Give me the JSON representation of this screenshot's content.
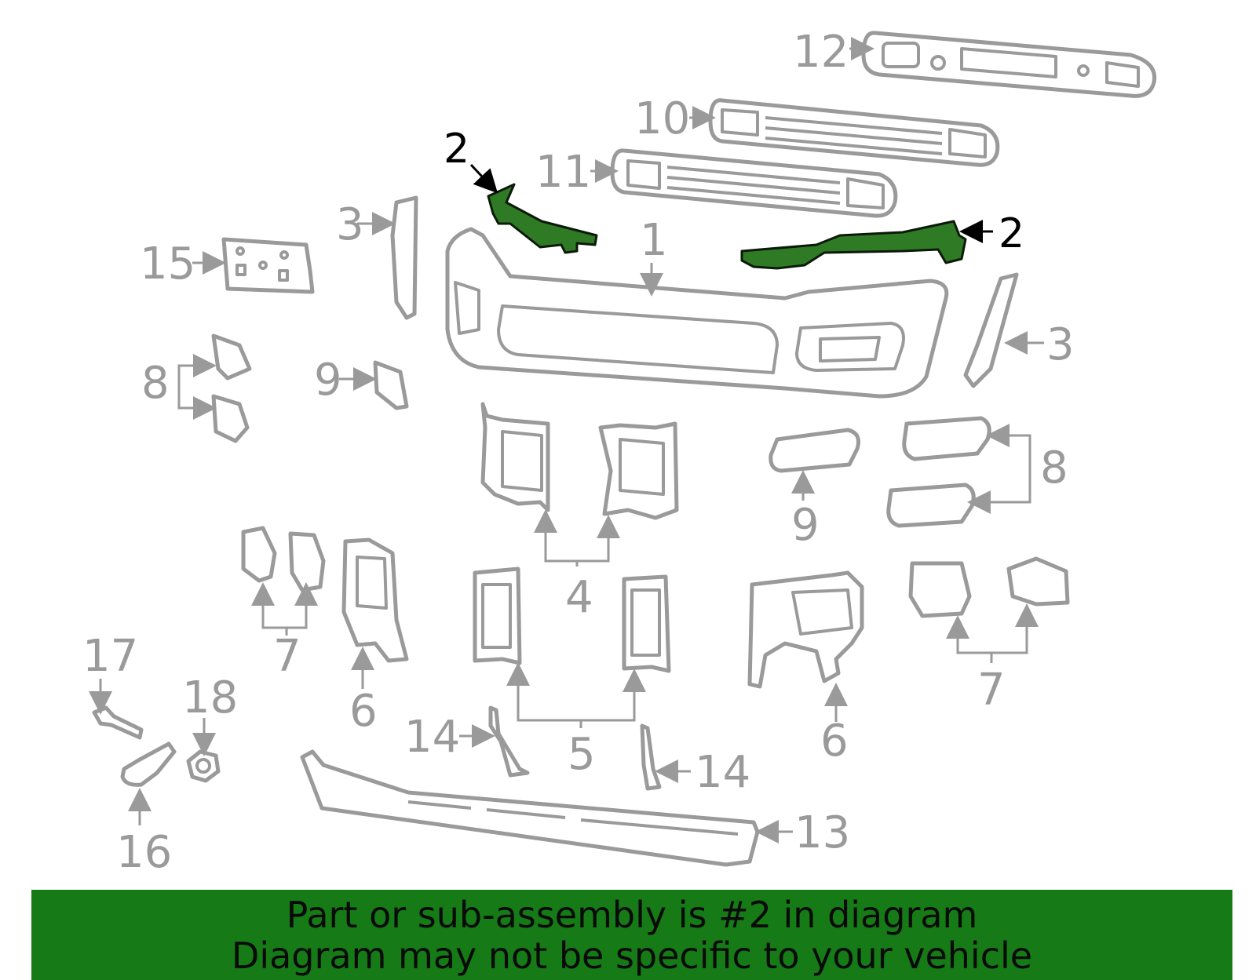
{
  "highlight_color": "#2f7a25",
  "banner_color": "#167a16",
  "callouts": {
    "c1": "1",
    "c2_left": "2",
    "c2_right": "2",
    "c3_left": "3",
    "c3_right": "3",
    "c4": "4",
    "c5": "5",
    "c6_left": "6",
    "c6_right": "6",
    "c7_left": "7",
    "c7_right": "7",
    "c8_left": "8",
    "c8_right": "8",
    "c9_left": "9",
    "c9_right": "9",
    "c10": "10",
    "c11": "11",
    "c12": "12",
    "c13": "13",
    "c14_left": "14",
    "c14_right": "14",
    "c15": "15",
    "c16": "16",
    "c17": "17",
    "c18": "18"
  },
  "banner": {
    "line1": "Part or sub-assembly is #2 in diagram",
    "line2": "Diagram may not be specific to your vehicle"
  }
}
